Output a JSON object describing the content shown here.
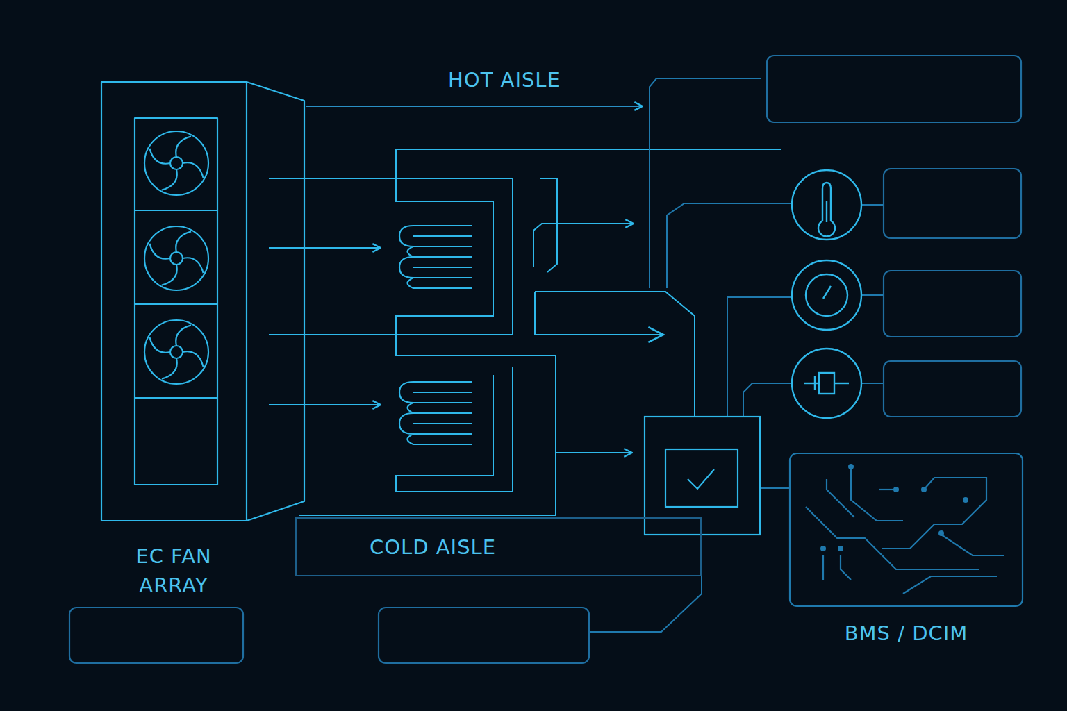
{
  "diagram": {
    "nodes": [
      {
        "text": [
          "EC FAN ARRAY"
        ]
      },
      {
        "text": [
          "COLD AISLE"
        ]
      },
      {
        "text": [
          "BMS / DCIM"
        ]
      }
    ],
    "labels": [
      "HOT AISLE"
    ]
  }
}
